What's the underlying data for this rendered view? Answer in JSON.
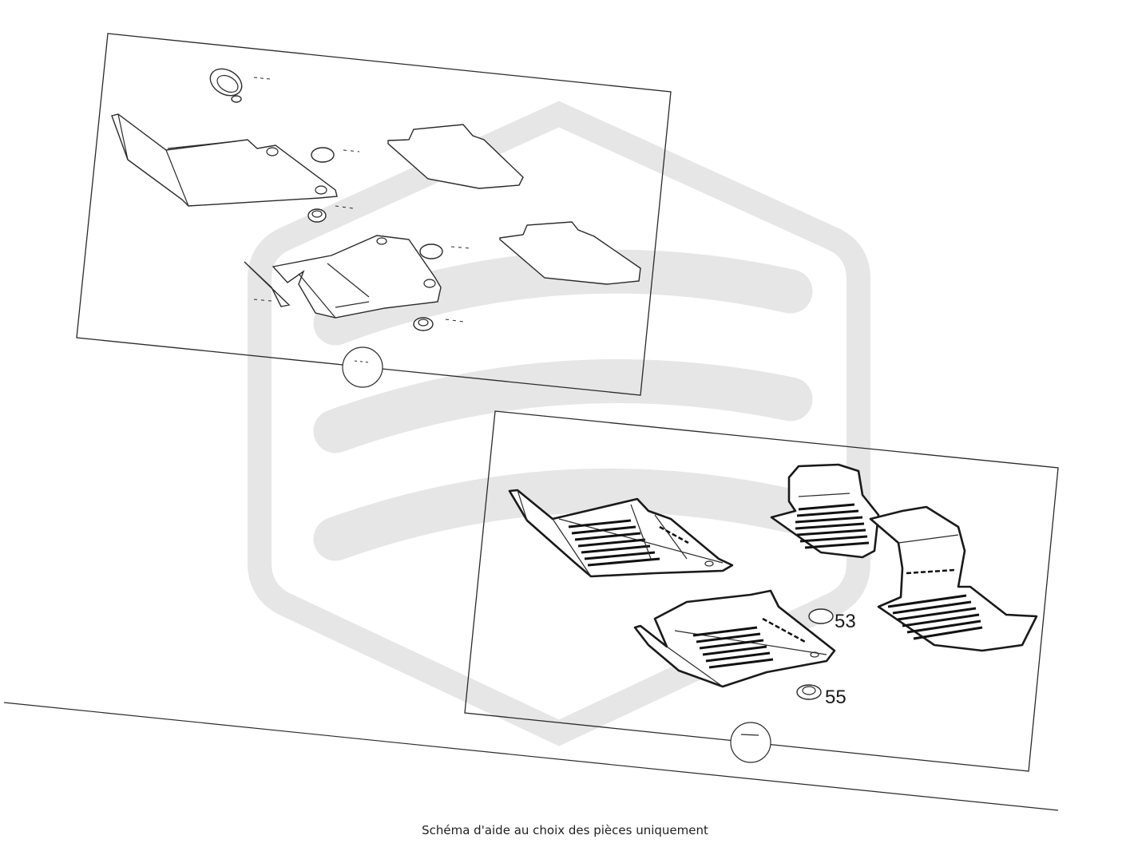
{
  "caption": "Schéma d'aide au choix des pièces uniquement",
  "callouts": {
    "part_53": "53",
    "part_55": "55"
  },
  "colors": {
    "line": "#2a2a2a",
    "watermark": "#e6e6e6",
    "background": "#ffffff"
  },
  "icons": {
    "watermark": "brand-logo-watermark"
  }
}
